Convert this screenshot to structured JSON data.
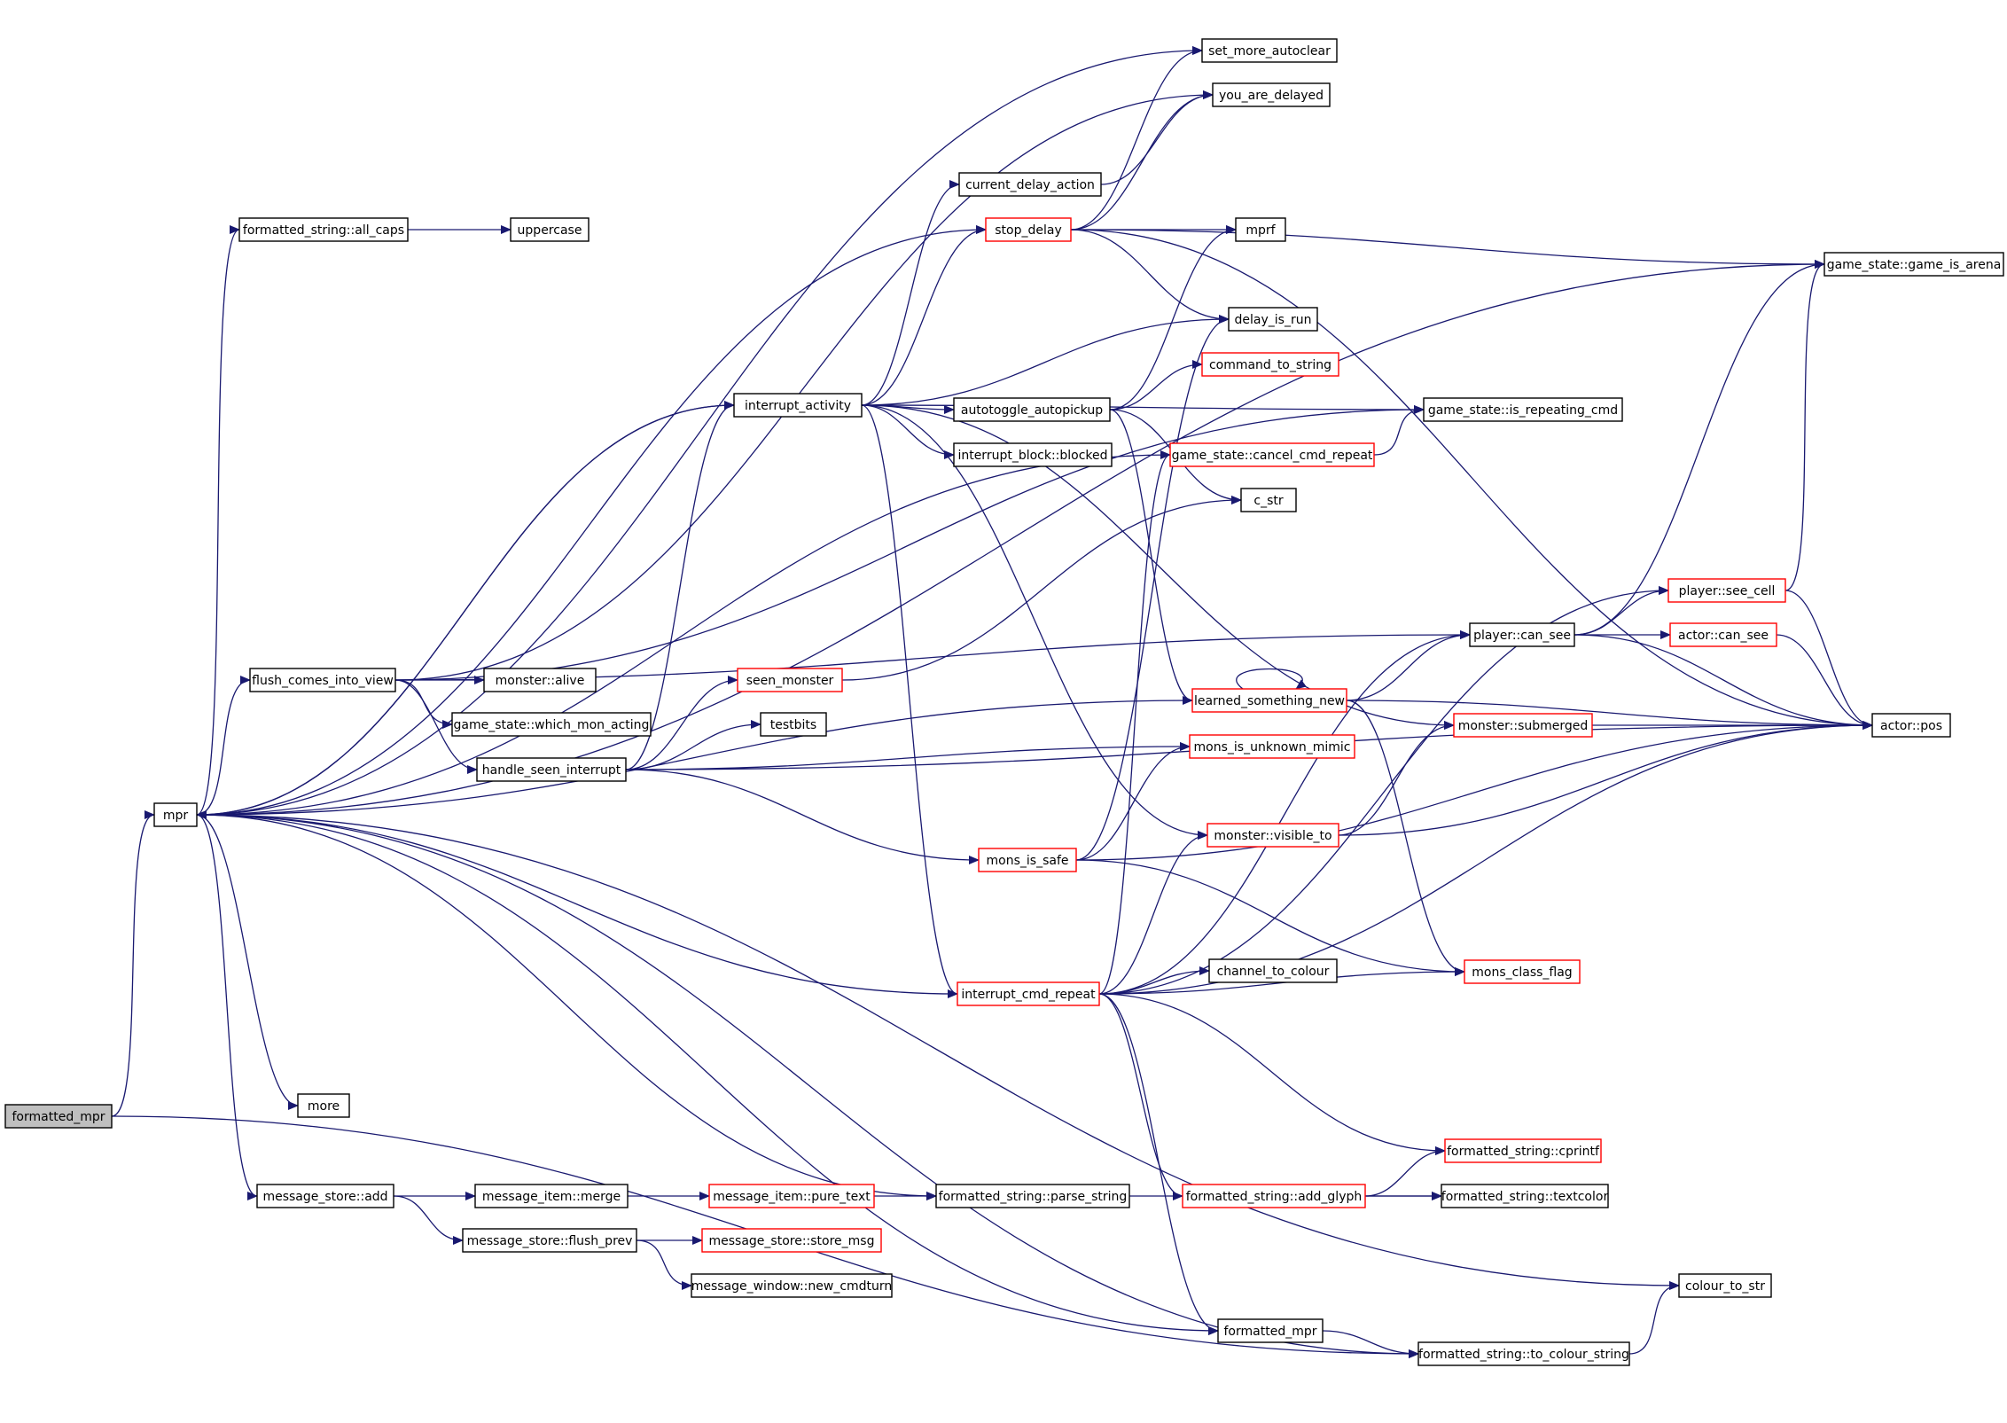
{
  "diagram": {
    "nodes": [
      {
        "id": "formatted_mpr_root",
        "label": "formatted_mpr",
        "kind": "root"
      },
      {
        "id": "mpr",
        "label": "mpr",
        "kind": "normal"
      },
      {
        "id": "set_more_autoclear",
        "label": "set_more_autoclear",
        "kind": "normal"
      },
      {
        "id": "you_are_delayed",
        "label": "you_are_delayed",
        "kind": "normal"
      },
      {
        "id": "current_delay_action",
        "label": "current_delay_action",
        "kind": "normal"
      },
      {
        "id": "fs_all_caps",
        "label": "formatted_string::all_caps",
        "kind": "normal"
      },
      {
        "id": "uppercase",
        "label": "uppercase",
        "kind": "normal"
      },
      {
        "id": "stop_delay",
        "label": "stop_delay",
        "kind": "red"
      },
      {
        "id": "mprf",
        "label": "mprf",
        "kind": "normal"
      },
      {
        "id": "gs_game_is_arena",
        "label": "game_state::game_is_arena",
        "kind": "normal"
      },
      {
        "id": "delay_is_run",
        "label": "delay_is_run",
        "kind": "normal"
      },
      {
        "id": "command_to_string",
        "label": "command_to_string",
        "kind": "red"
      },
      {
        "id": "interrupt_activity",
        "label": "interrupt_activity",
        "kind": "normal"
      },
      {
        "id": "autotoggle_autopickup",
        "label": "autotoggle_autopickup",
        "kind": "normal"
      },
      {
        "id": "gs_is_repeating_cmd",
        "label": "game_state::is_repeating_cmd",
        "kind": "normal"
      },
      {
        "id": "interrupt_block_blocked",
        "label": "interrupt_block::blocked",
        "kind": "normal"
      },
      {
        "id": "gs_cancel_cmd_repeat",
        "label": "game_state::cancel_cmd_repeat",
        "kind": "red"
      },
      {
        "id": "c_str",
        "label": "c_str",
        "kind": "normal"
      },
      {
        "id": "player_see_cell",
        "label": "player::see_cell",
        "kind": "red"
      },
      {
        "id": "player_can_see",
        "label": "player::can_see",
        "kind": "normal"
      },
      {
        "id": "actor_can_see",
        "label": "actor::can_see",
        "kind": "red"
      },
      {
        "id": "flush_comes_into_view",
        "label": "flush_comes_into_view",
        "kind": "normal"
      },
      {
        "id": "monster_alive",
        "label": "monster::alive",
        "kind": "normal"
      },
      {
        "id": "seen_monster",
        "label": "seen_monster",
        "kind": "red"
      },
      {
        "id": "learned_something_new",
        "label": "learned_something_new",
        "kind": "red"
      },
      {
        "id": "gs_which_mon_acting",
        "label": "game_state::which_mon_acting",
        "kind": "normal"
      },
      {
        "id": "testbits",
        "label": "testbits",
        "kind": "normal"
      },
      {
        "id": "monster_submerged",
        "label": "monster::submerged",
        "kind": "red"
      },
      {
        "id": "actor_pos",
        "label": "actor::pos",
        "kind": "normal"
      },
      {
        "id": "handle_seen_interrupt",
        "label": "handle_seen_interrupt",
        "kind": "normal"
      },
      {
        "id": "mons_is_unknown_mimic",
        "label": "mons_is_unknown_mimic",
        "kind": "red"
      },
      {
        "id": "monster_visible_to",
        "label": "monster::visible_to",
        "kind": "red"
      },
      {
        "id": "mons_is_safe",
        "label": "mons_is_safe",
        "kind": "red"
      },
      {
        "id": "channel_to_colour",
        "label": "channel_to_colour",
        "kind": "normal"
      },
      {
        "id": "mons_class_flag",
        "label": "mons_class_flag",
        "kind": "red"
      },
      {
        "id": "interrupt_cmd_repeat",
        "label": "interrupt_cmd_repeat",
        "kind": "red"
      },
      {
        "id": "more",
        "label": "more",
        "kind": "normal"
      },
      {
        "id": "fs_cprintf",
        "label": "formatted_string::cprintf",
        "kind": "red"
      },
      {
        "id": "message_store_add",
        "label": "message_store::add",
        "kind": "normal"
      },
      {
        "id": "message_item_merge",
        "label": "message_item::merge",
        "kind": "normal"
      },
      {
        "id": "message_item_pure_text",
        "label": "message_item::pure_text",
        "kind": "red"
      },
      {
        "id": "fs_parse_string",
        "label": "formatted_string::parse_string",
        "kind": "normal"
      },
      {
        "id": "fs_add_glyph",
        "label": "formatted_string::add_glyph",
        "kind": "red"
      },
      {
        "id": "fs_textcolor",
        "label": "formatted_string::textcolor",
        "kind": "normal"
      },
      {
        "id": "message_store_flush_prev",
        "label": "message_store::flush_prev",
        "kind": "normal"
      },
      {
        "id": "message_store_store_msg",
        "label": "message_store::store_msg",
        "kind": "red"
      },
      {
        "id": "message_window_new_cmdturn",
        "label": "message_window::new_cmdturn",
        "kind": "normal"
      },
      {
        "id": "colour_to_str",
        "label": "colour_to_str",
        "kind": "normal"
      },
      {
        "id": "formatted_mpr_2",
        "label": "formatted_mpr",
        "kind": "normal"
      },
      {
        "id": "fs_to_colour_string",
        "label": "formatted_string::to_colour_string",
        "kind": "normal"
      }
    ],
    "edges": [
      [
        "formatted_mpr_root",
        "mpr"
      ],
      [
        "formatted_mpr_root",
        "fs_to_colour_string"
      ],
      [
        "mpr",
        "gs_game_is_arena"
      ],
      [
        "mpr",
        "set_more_autoclear"
      ],
      [
        "mpr",
        "fs_all_caps"
      ],
      [
        "mpr",
        "stop_delay"
      ],
      [
        "mpr",
        "interrupt_activity"
      ],
      [
        "mpr",
        "flush_comes_into_view"
      ],
      [
        "mpr",
        "more"
      ],
      [
        "mpr",
        "message_store_add"
      ],
      [
        "mpr",
        "fs_parse_string"
      ],
      [
        "mpr",
        "formatted_mpr_2"
      ],
      [
        "mpr",
        "fs_to_colour_string"
      ],
      [
        "fs_all_caps",
        "uppercase"
      ],
      [
        "current_delay_action",
        "you_are_delayed"
      ],
      [
        "stop_delay",
        "set_more_autoclear"
      ],
      [
        "stop_delay",
        "you_are_delayed"
      ],
      [
        "stop_delay",
        "gs_game_is_arena"
      ],
      [
        "stop_delay",
        "mprf"
      ],
      [
        "stop_delay",
        "delay_is_run"
      ],
      [
        "stop_delay",
        "actor_pos"
      ],
      [
        "interrupt_activity",
        "mpr"
      ],
      [
        "interrupt_activity",
        "current_delay_action"
      ],
      [
        "interrupt_activity",
        "stop_delay"
      ],
      [
        "interrupt_activity",
        "delay_is_run"
      ],
      [
        "interrupt_activity",
        "gs_is_repeating_cmd"
      ],
      [
        "interrupt_activity",
        "autotoggle_autopickup"
      ],
      [
        "interrupt_activity",
        "interrupt_block_blocked"
      ],
      [
        "interrupt_activity",
        "monster_submerged"
      ],
      [
        "interrupt_activity",
        "monster_visible_to"
      ],
      [
        "interrupt_activity",
        "interrupt_cmd_repeat"
      ],
      [
        "autotoggle_autopickup",
        "mprf"
      ],
      [
        "autotoggle_autopickup",
        "command_to_string"
      ],
      [
        "autotoggle_autopickup",
        "c_str"
      ],
      [
        "autotoggle_autopickup",
        "learned_something_new"
      ],
      [
        "gs_cancel_cmd_repeat",
        "gs_is_repeating_cmd"
      ],
      [
        "gs_cancel_cmd_repeat",
        "mpr"
      ],
      [
        "flush_comes_into_view",
        "you_are_delayed"
      ],
      [
        "flush_comes_into_view",
        "gs_is_repeating_cmd"
      ],
      [
        "flush_comes_into_view",
        "player_can_see"
      ],
      [
        "flush_comes_into_view",
        "monster_alive"
      ],
      [
        "flush_comes_into_view",
        "gs_which_mon_acting"
      ],
      [
        "flush_comes_into_view",
        "handle_seen_interrupt"
      ],
      [
        "handle_seen_interrupt",
        "interrupt_activity"
      ],
      [
        "handle_seen_interrupt",
        "seen_monster"
      ],
      [
        "handle_seen_interrupt",
        "testbits"
      ],
      [
        "handle_seen_interrupt",
        "mons_is_unknown_mimic"
      ],
      [
        "handle_seen_interrupt",
        "mons_is_safe"
      ],
      [
        "handle_seen_interrupt",
        "actor_pos"
      ],
      [
        "seen_monster",
        "c_str"
      ],
      [
        "learned_something_new",
        "learned_something_new"
      ],
      [
        "learned_something_new",
        "player_can_see"
      ],
      [
        "learned_something_new",
        "mpr"
      ],
      [
        "learned_something_new",
        "actor_pos"
      ],
      [
        "learned_something_new",
        "mons_class_flag"
      ],
      [
        "player_can_see",
        "gs_game_is_arena"
      ],
      [
        "player_can_see",
        "player_see_cell"
      ],
      [
        "player_can_see",
        "actor_can_see"
      ],
      [
        "player_can_see",
        "actor_pos"
      ],
      [
        "player_see_cell",
        "gs_game_is_arena"
      ],
      [
        "player_see_cell",
        "actor_pos"
      ],
      [
        "actor_can_see",
        "actor_pos"
      ],
      [
        "monster_submerged",
        "actor_pos"
      ],
      [
        "monster_visible_to",
        "monster_submerged"
      ],
      [
        "monster_visible_to",
        "actor_pos"
      ],
      [
        "mons_is_safe",
        "delay_is_run"
      ],
      [
        "mons_is_safe",
        "mons_is_unknown_mimic"
      ],
      [
        "mons_is_safe",
        "actor_pos"
      ],
      [
        "mons_is_safe",
        "mons_class_flag"
      ],
      [
        "interrupt_cmd_repeat",
        "mpr"
      ],
      [
        "interrupt_cmd_repeat",
        "gs_cancel_cmd_repeat"
      ],
      [
        "interrupt_cmd_repeat",
        "player_see_cell"
      ],
      [
        "interrupt_cmd_repeat",
        "player_can_see"
      ],
      [
        "interrupt_cmd_repeat",
        "monster_visible_to"
      ],
      [
        "interrupt_cmd_repeat",
        "channel_to_colour"
      ],
      [
        "interrupt_cmd_repeat",
        "mons_class_flag"
      ],
      [
        "interrupt_cmd_repeat",
        "actor_pos"
      ],
      [
        "interrupt_cmd_repeat",
        "fs_cprintf"
      ],
      [
        "interrupt_cmd_repeat",
        "fs_add_glyph"
      ],
      [
        "interrupt_cmd_repeat",
        "formatted_mpr_2"
      ],
      [
        "message_store_add",
        "message_item_merge"
      ],
      [
        "message_store_add",
        "message_store_flush_prev"
      ],
      [
        "message_item_merge",
        "message_item_pure_text"
      ],
      [
        "message_item_pure_text",
        "fs_parse_string"
      ],
      [
        "fs_parse_string",
        "fs_textcolor"
      ],
      [
        "fs_add_glyph",
        "fs_cprintf"
      ],
      [
        "fs_add_glyph",
        "fs_textcolor"
      ],
      [
        "message_store_flush_prev",
        "message_store_store_msg"
      ],
      [
        "message_store_flush_prev",
        "message_window_new_cmdturn"
      ],
      [
        "formatted_mpr_2",
        "fs_to_colour_string"
      ],
      [
        "fs_to_colour_string",
        "colour_to_str"
      ],
      [
        "mpr",
        "colour_to_str"
      ]
    ]
  }
}
